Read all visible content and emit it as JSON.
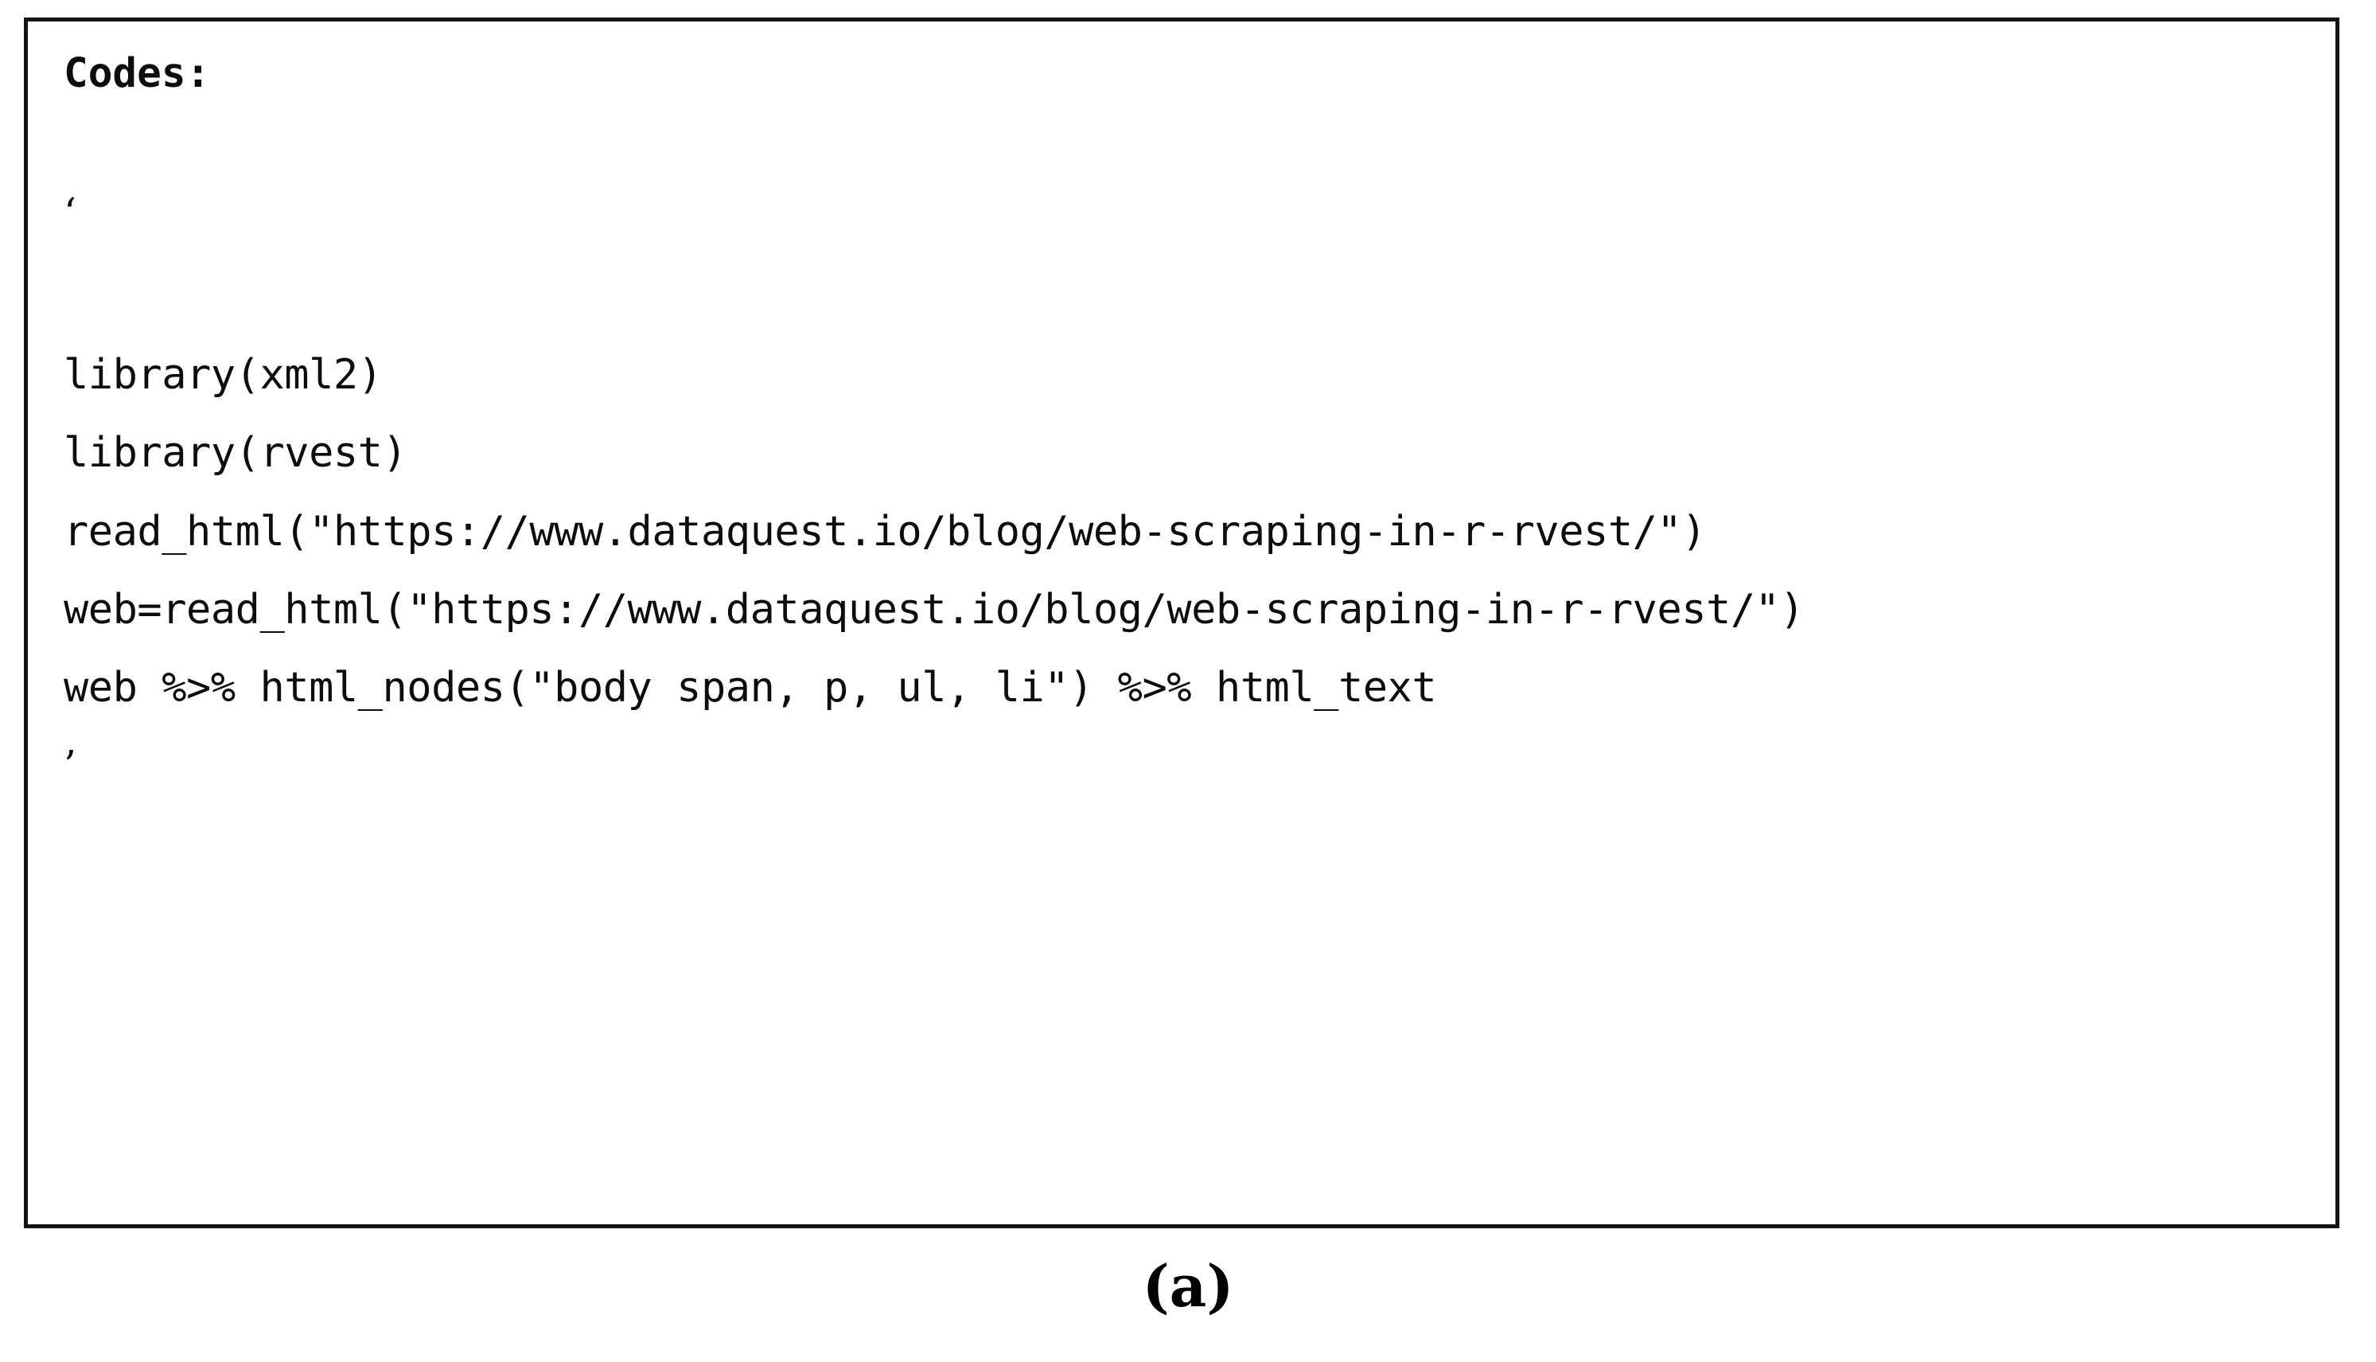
{
  "figure": {
    "caption": "(a)",
    "border_color": "#141414",
    "background_color": "#ffffff",
    "text_color": "#0d0d0d"
  },
  "code_block": {
    "heading": "Codes:",
    "open_quote": "‘",
    "close_quote": "’",
    "lines": [
      "library(xml2)",
      "library(rvest)",
      "read_html(\"https://www.dataquest.io/blog/web-scraping-in-r-rvest/\")",
      "web=read_html(\"https://www.dataquest.io/blog/web-scraping-in-r-rvest/\")",
      "web %>% html_nodes(\"body span, p, ul, li\") %>% html_text"
    ]
  }
}
